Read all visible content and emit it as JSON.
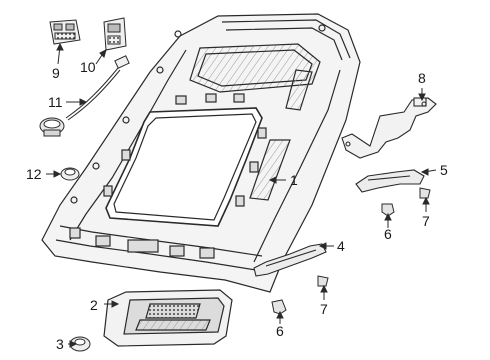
{
  "callouts": {
    "c1": "1",
    "c2": "2",
    "c3": "3",
    "c4": "4",
    "c5": "5",
    "c6a": "6",
    "c6b": "6",
    "c7a": "7",
    "c7b": "7",
    "c8": "8",
    "c9": "9",
    "c10": "10",
    "c11": "11",
    "c12": "12"
  },
  "colors": {
    "line": "#2a2a2a",
    "shade": "#cfcfcf",
    "light": "#e6e6e6"
  }
}
